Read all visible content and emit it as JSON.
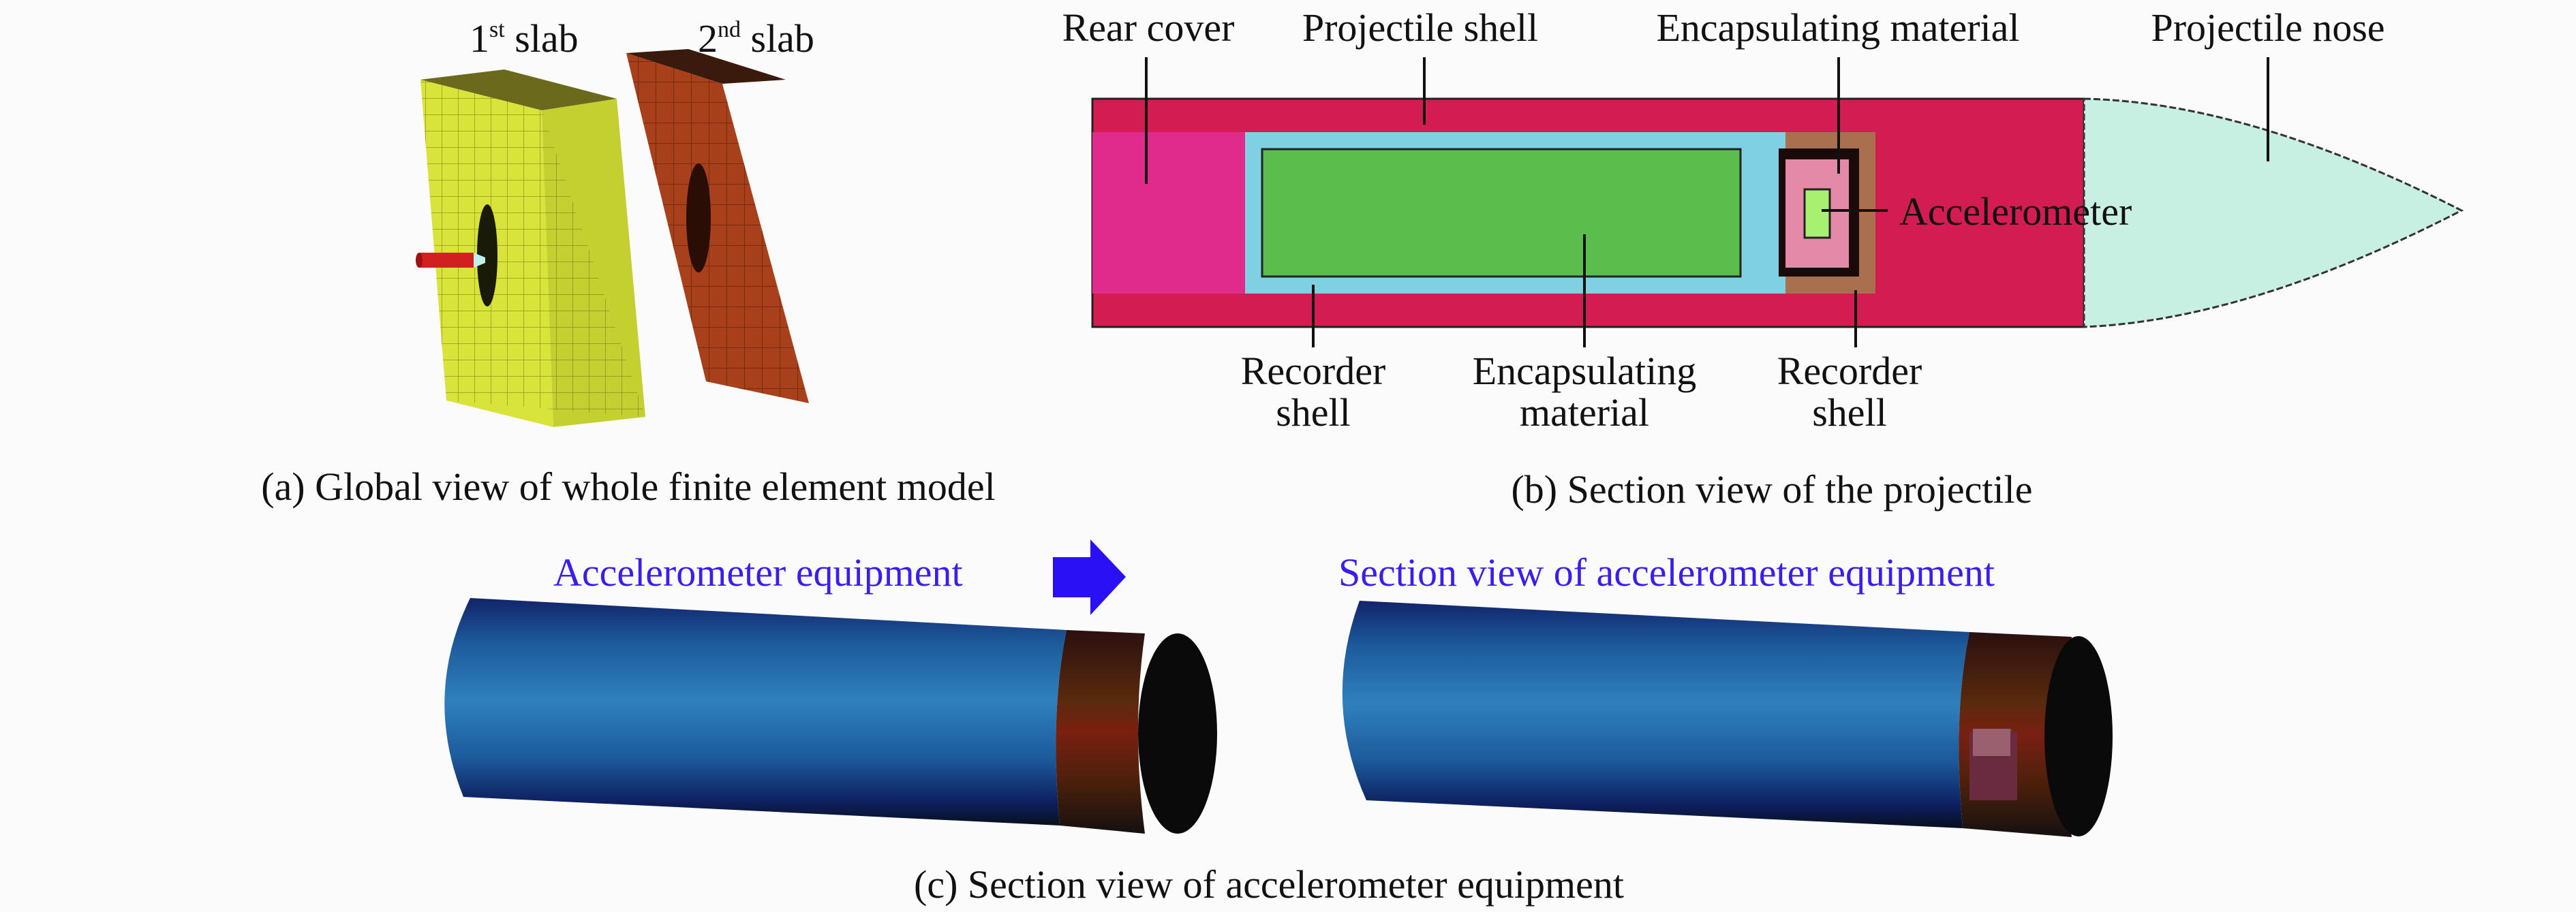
{
  "panel_a": {
    "slab1_label": "1",
    "slab1_sup": "st",
    "slab1_word": " slab",
    "slab2_label": "2",
    "slab2_sup": "nd",
    "slab2_word": " slab",
    "caption": "(a) Global view of whole finite element model"
  },
  "panel_b": {
    "labels": {
      "rear_cover": "Rear cover",
      "projectile_shell": "Projectile shell",
      "encapsulating_material_top": "Encapsulating material",
      "projectile_nose": "Projectile nose",
      "accelerometer": "Accelerometer",
      "recorder_shell_left_1": "Recorder",
      "recorder_shell_left_2": "shell",
      "encapsulating_material_1": "Encapsulating",
      "encapsulating_material_2": "material",
      "recorder_shell_right_1": "Recorder",
      "recorder_shell_right_2": "shell"
    },
    "caption": "(b) Section view of the projectile"
  },
  "panel_c": {
    "left_title": "Accelerometer equipment",
    "right_title": "Section view of accelerometer equipment",
    "caption": "(c) Section view of accelerometer equipment"
  },
  "colors": {
    "slab1": "#d9e43a",
    "slab2": "#a8401c",
    "projectile_shell": "#d21c52",
    "rear_cover": "#e02a8c",
    "recorder_shell": "#7fd0e0",
    "encapsulating": "#5bbd4c",
    "nose": "#c8f0e2",
    "cylinder": "#2f79b8",
    "annotation_blue": "#3a1ef0"
  }
}
